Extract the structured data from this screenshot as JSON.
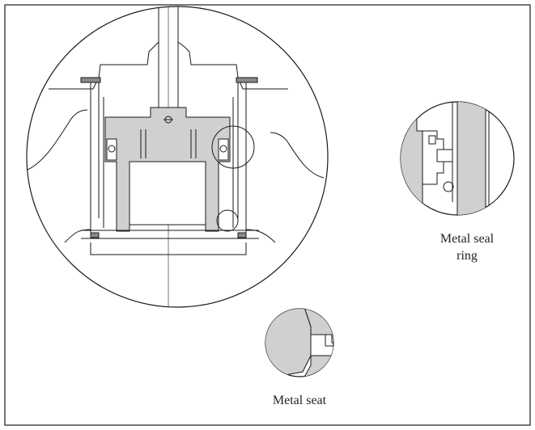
{
  "labels": {
    "seal_ring_line1": "Metal seal",
    "seal_ring_line2": "ring",
    "metal_seat": "Metal seat"
  },
  "colors": {
    "stroke": "#1a1a1a",
    "fill_gray": "#d0d0d0",
    "background": "#ffffff"
  }
}
